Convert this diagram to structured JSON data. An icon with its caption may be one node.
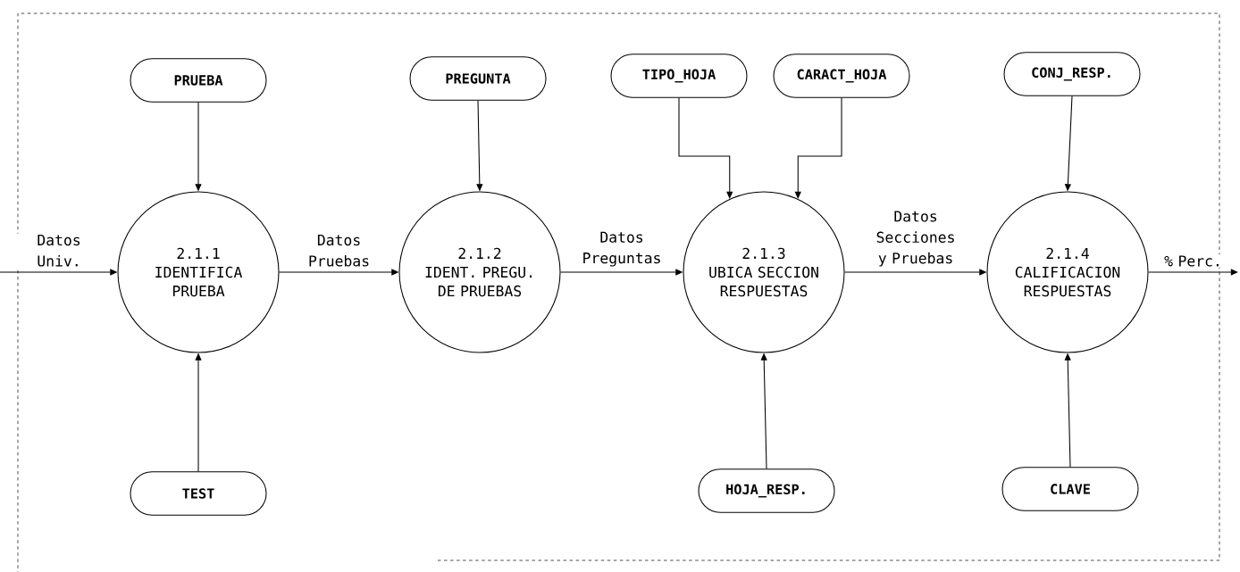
{
  "diagram": {
    "nodes": [
      {
        "text": [
          "PRUEBA"
        ]
      },
      {
        "text": [
          "PREGUNTA"
        ]
      },
      {
        "text": [
          "TIPO_HOJA"
        ]
      },
      {
        "text": [
          "CARACT_HOJA"
        ]
      },
      {
        "text": [
          "CONJ_RESP."
        ]
      },
      {
        "text": [
          "2.1.1",
          "IDENTIFICA PRUEBA"
        ]
      },
      {
        "text": [
          "2.1.2",
          "IDENT. PREGU. DE PRUEBAS"
        ]
      },
      {
        "text": [
          "2.1.3",
          "UBICA SECCION RESPUESTAS"
        ]
      },
      {
        "text": [
          "2.1.4",
          "CALIFICACION RESPUESTAS"
        ]
      },
      {
        "text": [
          "TEST"
        ]
      },
      {
        "text": [
          "HOJA_RESP."
        ]
      },
      {
        "text": [
          "CLAVE"
        ]
      }
    ],
    "edges": [
      {
        "from": 0,
        "to": 5,
        "arrow": "to"
      },
      {
        "from": 1,
        "to": 6,
        "arrow": "to"
      },
      {
        "from": 2,
        "to": 7,
        "arrow": "to"
      },
      {
        "from": 3,
        "to": 7,
        "arrow": "to"
      },
      {
        "from": 4,
        "to": 8,
        "arrow": "to"
      },
      {
        "from": 9,
        "to": 5,
        "arrow": "to"
      },
      {
        "from": 10,
        "to": 7,
        "arrow": "to"
      },
      {
        "from": 11,
        "to": 8,
        "arrow": "to"
      },
      {
        "from": null,
        "to": 5,
        "arrow": "to",
        "label": "Datos Univ."
      },
      {
        "from": 5,
        "to": 6,
        "arrow": "to",
        "label": "Datos Pruebas"
      },
      {
        "from": 6,
        "to": 7,
        "arrow": "to",
        "label": "Datos Preguntas"
      },
      {
        "from": 7,
        "to": 8,
        "arrow": "to",
        "label": "Datos Secciones y Pruebas"
      },
      {
        "from": 8,
        "to": null,
        "arrow": "to",
        "label": "% Perc."
      }
    ]
  }
}
